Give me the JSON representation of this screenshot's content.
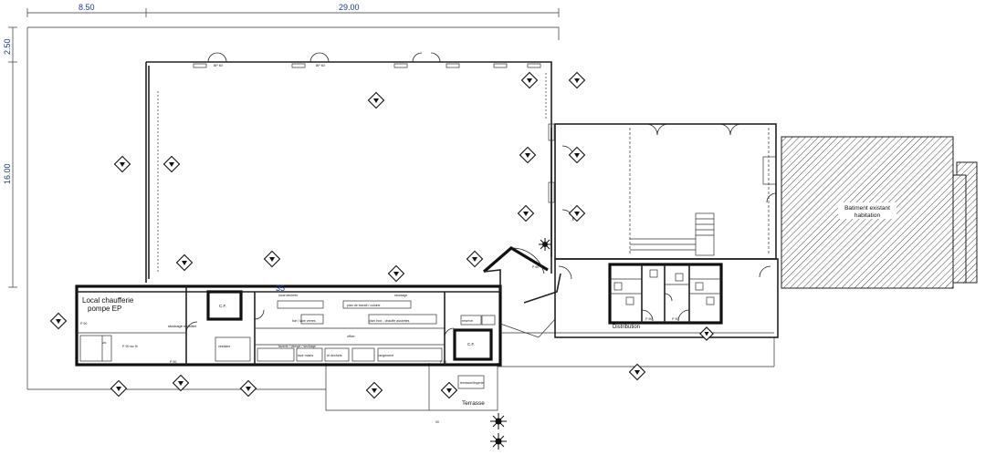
{
  "dimensions": {
    "top_left": "8.50",
    "top_right": "29.00",
    "left_top": "2.50",
    "left_main": "16.00"
  },
  "rooms": {
    "local_line1": "Local chaufferie",
    "local_line2": "pompe EP",
    "batiment_line1": "Batiment existant",
    "batiment_line2": "habitation",
    "distribution": "Distribution",
    "terrasse": "Terrasse",
    "cf_left": "C.F.",
    "cf_right": "C.F.",
    "stockage": "stockage mobilier",
    "level_marker": "35"
  },
  "small_labels": {
    "p90": "P 90",
    "p90_wc": "P 90 wc fh",
    "p90_bottom": "P 90",
    "p90_right": "P 90",
    "p90_dist_1": "P 90",
    "p90_dist_2": "P 90",
    "p60": "P 60",
    "bp_1": "BP 60",
    "bp_2": "BP 60",
    "kitchen_1": "plan de travail / cuisine",
    "kitchen_2": "plan inox - chauffe assiettes",
    "kitchen_3": "laverie / plonge / sechage",
    "kitchen_4": "stockage",
    "kitchen_5": "local dechets",
    "bar": "bar / lave verres",
    "office": "office",
    "reserve": "reserve",
    "vestiaire": "vestiaire",
    "lave_mains": "lave mains",
    "wc": "wc",
    "rangement": "rangement",
    "tri": "tri dechets",
    "terrasse_small": "terrasse/lingerie",
    "bottom_mark": "00"
  }
}
